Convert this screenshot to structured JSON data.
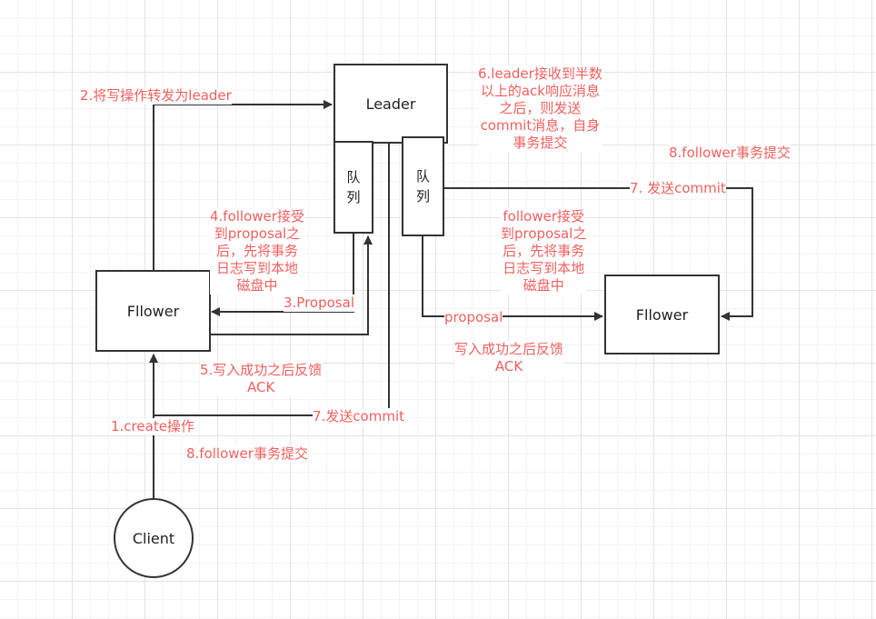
{
  "nodes": {
    "leader": "Leader",
    "queue_left": [
      "队",
      "列"
    ],
    "queue_right": [
      "队",
      "列"
    ],
    "follower_left": "Fllower",
    "follower_right": "Fllower",
    "client": "Client"
  },
  "labels": {
    "forward_write": "2.将写操作转发为leader",
    "leader_ack": [
      "6.leader接收到半数",
      "以上的ack响应消息",
      "之后，则发送",
      "commit消息，自身",
      "事务提交"
    ],
    "follower_commit_right": "8.follower事务提交",
    "send_commit_right": "7. 发送commit",
    "follower_accept_left": [
      "4.follower接受",
      "到proposal之",
      "后，先将事务",
      "日志写到本地",
      "磁盘中"
    ],
    "follower_accept_right": [
      "follower接受",
      "到proposal之",
      "后，先将事务",
      "日志写到本地",
      "磁盘中"
    ],
    "proposal_left": "3.Proposal",
    "proposal_right": "proposal",
    "ack_right": [
      "写入成功之后反馈",
      "ACK"
    ],
    "ack_left": [
      "5.写入成功之后反馈",
      "ACK"
    ],
    "send_commit_left": "7.发送commit",
    "create_op": "1.create操作",
    "follower_commit_left": "8.follower事务提交"
  },
  "colors": {
    "label": "#f0605e",
    "stroke": "#333333",
    "grid": "#e3e3e3"
  }
}
